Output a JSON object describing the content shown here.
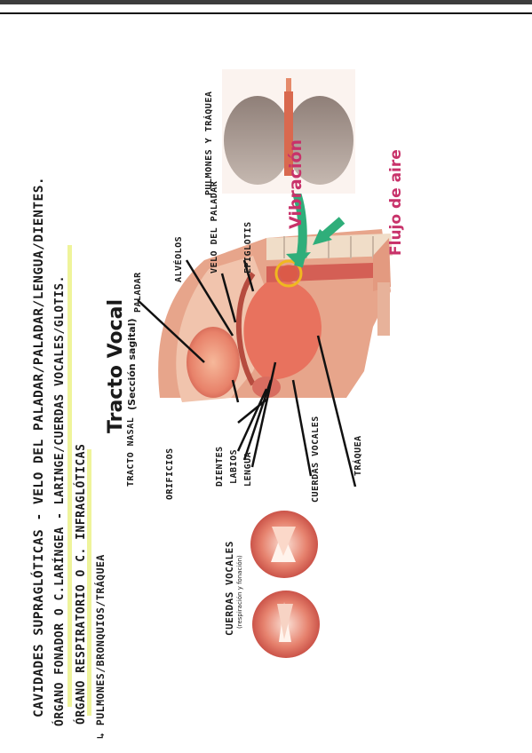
{
  "notes": {
    "line1": "CAVIDADES SUPRAGLÓTICAS - VELO DEL PALADAR/PALADAR/LENGUA/DIENTES.",
    "line2": "ÓRGANO FONADOR O C.LARÍNGEA - LARINGE/CUERDAS VOCALES/GLOTIS.",
    "line3": "ÓRGANO RESPIRATORIO O C. INFRAGLÓTICAS",
    "line4": "↳ PULMONES/BRONQUIOS/TRÁQUEA"
  },
  "diagram": {
    "title": "Tracto Vocal",
    "subtitle": "(Sección sagital)",
    "vibration_label": "Vibración",
    "airflow_label": "Flujo de aire",
    "labels": {
      "tracto_nasal": "TRACTO NASAL",
      "orificios": "ORIFICIOS",
      "dientes": "DIENTES",
      "labios": "LABIOS",
      "lengua": "LENGUA",
      "cuerdas_vocales": "CUERDAS VOCALES",
      "traquea": "TRÁQUEA",
      "paladar": "PALADAR",
      "alveolos": "ALVÉOLOS",
      "velo_del_paladar": "VELO DEL PALADAR",
      "epiglotis": "EPIGLOTIS",
      "pulmones_traquea": "PULMONES Y TRÁQUEA"
    },
    "vocal_cords_title": "CUERDAS VOCALES",
    "vocal_cords_caption": "(respiración y fonación)"
  },
  "colors": {
    "vibration": "#c8326a",
    "airflow": "#c8326a",
    "arrow": "#2fae7a",
    "tissue": "#e8826a",
    "highlight": "#e9f07a"
  }
}
